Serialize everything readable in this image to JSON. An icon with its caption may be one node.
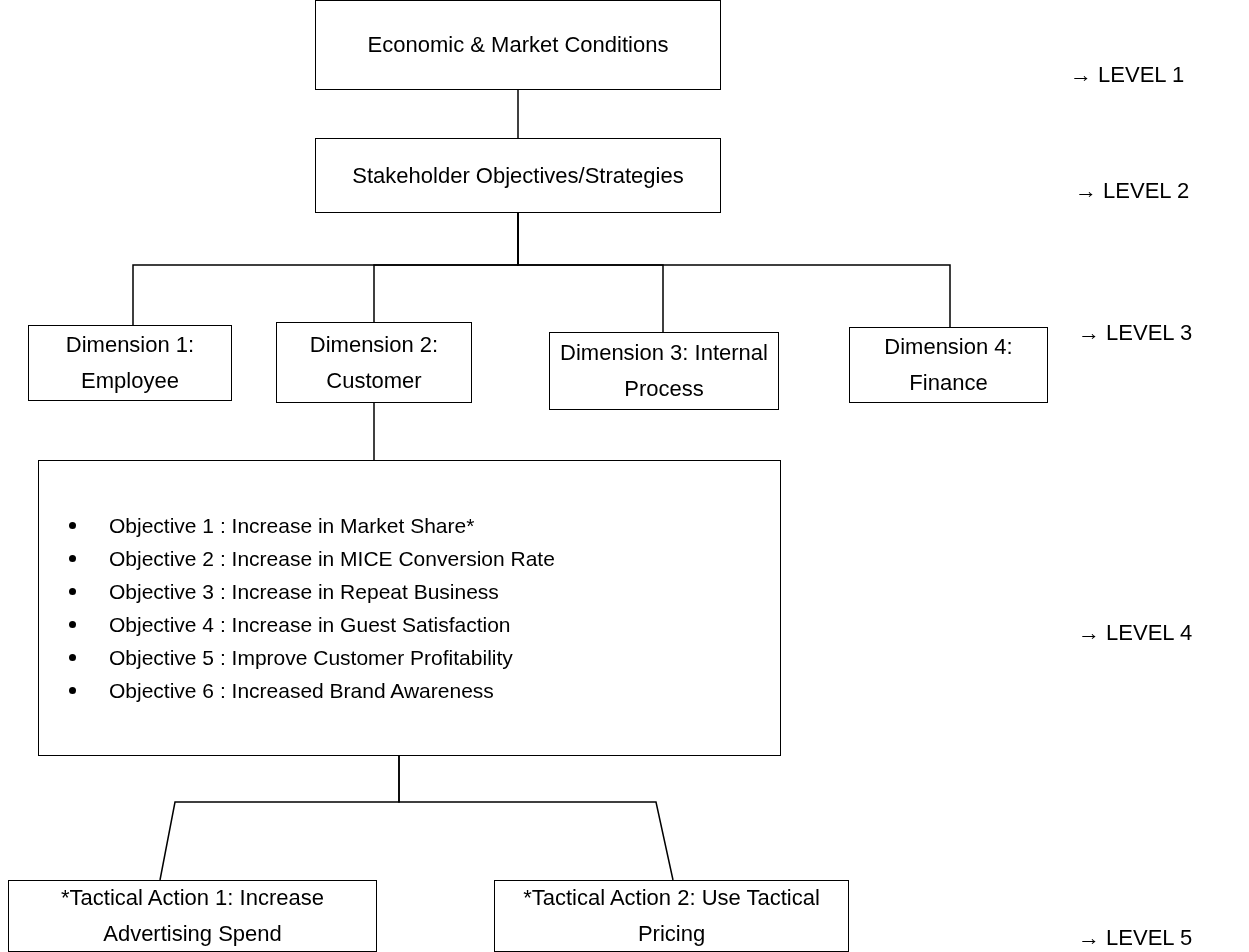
{
  "diagram": {
    "nodes": [
      {
        "text": [
          "Economic & Market Conditions"
        ]
      },
      {
        "text": [
          "Stakeholder Objectives/Strategies"
        ]
      },
      {
        "text": [
          "Dimension 1: Employee"
        ]
      },
      {
        "text": [
          "Dimension 2: Customer"
        ]
      },
      {
        "text": [
          "Dimension 3: Internal Process"
        ]
      },
      {
        "text": [
          "Dimension 4: Finance"
        ]
      },
      {
        "text": [
          "Objective 1 : Increase in Market Share*",
          "Objective 2 : Increase in MICE Conversion Rate",
          "Objective 3 : Increase in Repeat Business",
          "Objective 4 : Increase in Guest Satisfaction",
          "Objective 5 : Improve Customer Profitability",
          "Objective 6 : Increased Brand Awareness"
        ]
      },
      {
        "text": [
          "*Tactical Action 1: Increase Advertising Spend"
        ]
      },
      {
        "text": [
          "*Tactical Action 2: Use Tactical Pricing"
        ]
      }
    ],
    "edges": [
      {
        "from": 0,
        "to": 1,
        "arrow": "none"
      },
      {
        "from": 1,
        "to": 2,
        "arrow": "none"
      },
      {
        "from": 1,
        "to": 3,
        "arrow": "none"
      },
      {
        "from": 1,
        "to": 4,
        "arrow": "none"
      },
      {
        "from": 1,
        "to": 5,
        "arrow": "none"
      },
      {
        "from": 3,
        "to": 6,
        "arrow": "none"
      },
      {
        "from": 6,
        "to": 7,
        "arrow": "none"
      },
      {
        "from": 6,
        "to": 8,
        "arrow": "none"
      }
    ],
    "labels": [
      "→ LEVEL 1",
      "→ LEVEL 2",
      "→ LEVEL 3",
      "→ LEVEL 4",
      "→ LEVEL 5"
    ]
  }
}
